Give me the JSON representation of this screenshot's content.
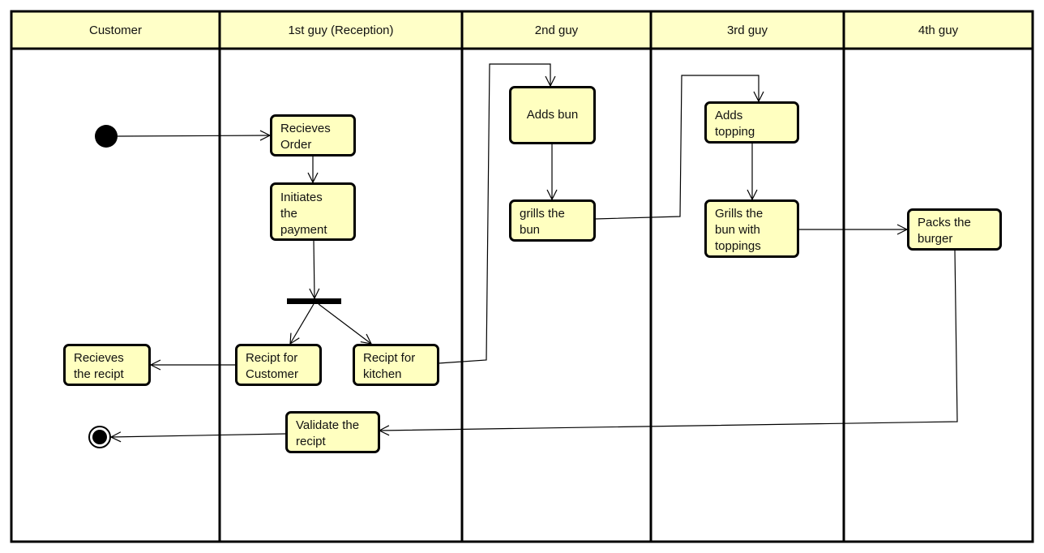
{
  "lanes": [
    {
      "id": "customer",
      "label": "Customer"
    },
    {
      "id": "reception",
      "label": "1st guy (Reception)"
    },
    {
      "id": "guy2",
      "label": "2nd guy"
    },
    {
      "id": "guy3",
      "label": "3rd guy"
    },
    {
      "id": "guy4",
      "label": "4th guy"
    }
  ],
  "nodes": {
    "receives_order": "Recieves\nOrder",
    "initiates_payment": "Initiates\nthe\npayment",
    "recipt_customer": "Recipt for\nCustomer",
    "recipt_kitchen": "Recipt for\nkitchen",
    "receives_recipt": "Recieves\nthe recipt",
    "validate_recipt": "Validate the\nrecipt",
    "adds_bun": "Adds bun",
    "grills_bun": "grills the\nbun",
    "adds_topping": "Adds\ntopping",
    "grills_toppings": "Grills the\nbun with\ntoppings",
    "packs_burger": "Packs the\nburger"
  },
  "colors": {
    "header_fill": "#ffffc8",
    "node_fill": "#ffffc0",
    "line": "#000000"
  }
}
